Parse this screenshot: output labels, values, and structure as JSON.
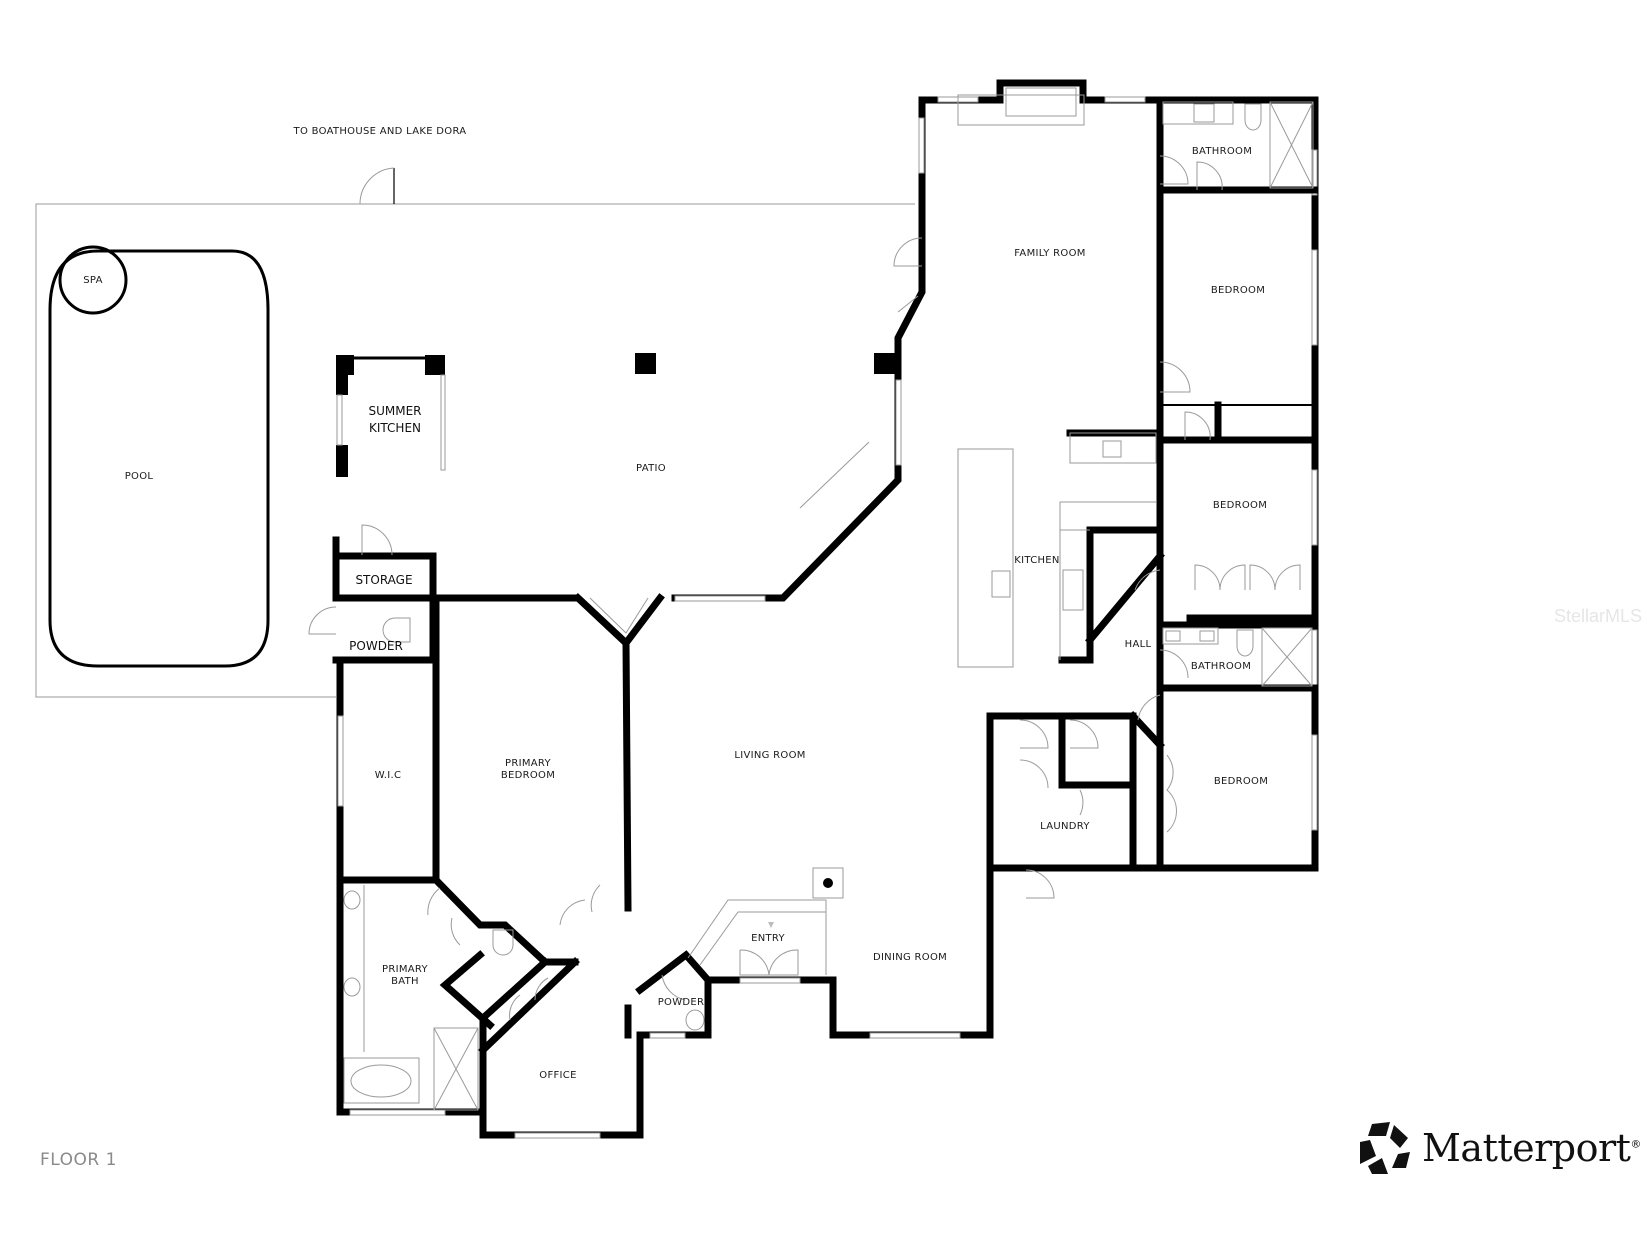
{
  "plan": {
    "floor_label": "FLOOR 1",
    "direction_note": "TO BOATHOUSE AND LAKE DORA",
    "watermark": "StellarMLS",
    "brand": {
      "name": "Matterport",
      "registered": "®",
      "logo_icon": "matterport-logo-icon"
    },
    "rooms": {
      "pool": "POOL",
      "spa": "SPA",
      "summer_kitchen_1": "SUMMER",
      "summer_kitchen_2": "KITCHEN",
      "patio": "PATIO",
      "storage": "STORAGE",
      "powder_west": "POWDER",
      "wic": "W.I.C",
      "primary_bedroom_1": "PRIMARY",
      "primary_bedroom_2": "BEDROOM",
      "primary_bath_1": "PRIMARY",
      "primary_bath_2": "BATH",
      "office": "OFFICE",
      "powder_entry": "POWDER",
      "entry": "ENTRY",
      "living_room": "LIVING ROOM",
      "dining_room": "DINING ROOM",
      "family_room": "FAMILY ROOM",
      "kitchen": "KITCHEN",
      "hall": "HALL",
      "laundry": "LAUNDRY",
      "bathroom_ne": "BATHROOM",
      "bedroom_ne": "BEDROOM",
      "bedroom_e_mid": "BEDROOM",
      "bathroom_e": "BATHROOM",
      "bedroom_se": "BEDROOM"
    }
  }
}
